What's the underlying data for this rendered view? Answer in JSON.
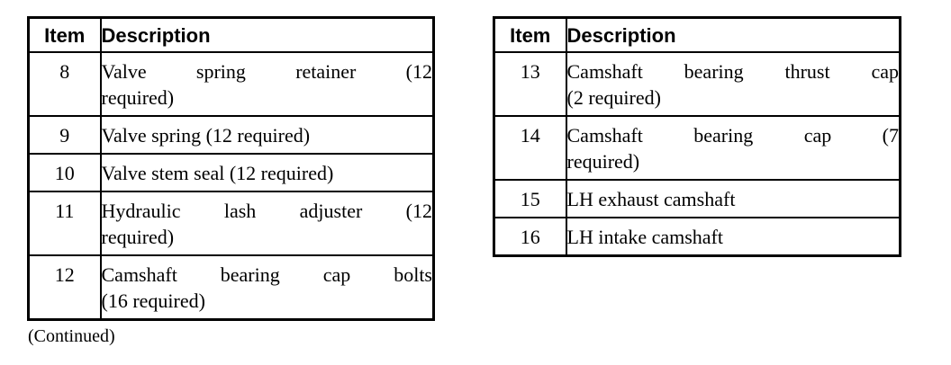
{
  "page": {
    "background": "#ffffff",
    "text_color": "#000000",
    "border_color": "#000000",
    "continued_note": "(Continued)"
  },
  "tables": [
    {
      "name": "parts-table-items-8-12",
      "headers": {
        "item": "Item",
        "description": "Description"
      },
      "rows": [
        {
          "item": "8",
          "description": "Valve spring retainer (12 required)",
          "lines": [
            "Valve spring retainer (12",
            "required)"
          ]
        },
        {
          "item": "9",
          "description": "Valve spring (12 required)",
          "lines": [
            "Valve spring (12 required)"
          ]
        },
        {
          "item": "10",
          "description": "Valve stem seal (12 required)",
          "lines": [
            "Valve stem seal (12 required)"
          ]
        },
        {
          "item": "11",
          "description": "Hydraulic lash adjuster (12 required)",
          "lines": [
            "Hydraulic lash adjuster (12",
            "required)"
          ]
        },
        {
          "item": "12",
          "description": "Camshaft bearing cap bolts (16 required)",
          "lines": [
            "Camshaft bearing cap bolts",
            "(16 required)"
          ]
        }
      ]
    },
    {
      "name": "parts-table-items-13-16",
      "headers": {
        "item": "Item",
        "description": "Description"
      },
      "rows": [
        {
          "item": "13",
          "description": "Camshaft bearing thrust cap (2 required)",
          "lines": [
            "Camshaft bearing thrust cap",
            "(2 required)"
          ]
        },
        {
          "item": "14",
          "description": "Camshaft bearing cap (7 required)",
          "lines": [
            "Camshaft bearing cap (7",
            "required)"
          ]
        },
        {
          "item": "15",
          "description": "LH exhaust camshaft",
          "lines": [
            "LH exhaust camshaft"
          ]
        },
        {
          "item": "16",
          "description": "LH intake camshaft",
          "lines": [
            "LH intake camshaft"
          ]
        }
      ]
    }
  ]
}
